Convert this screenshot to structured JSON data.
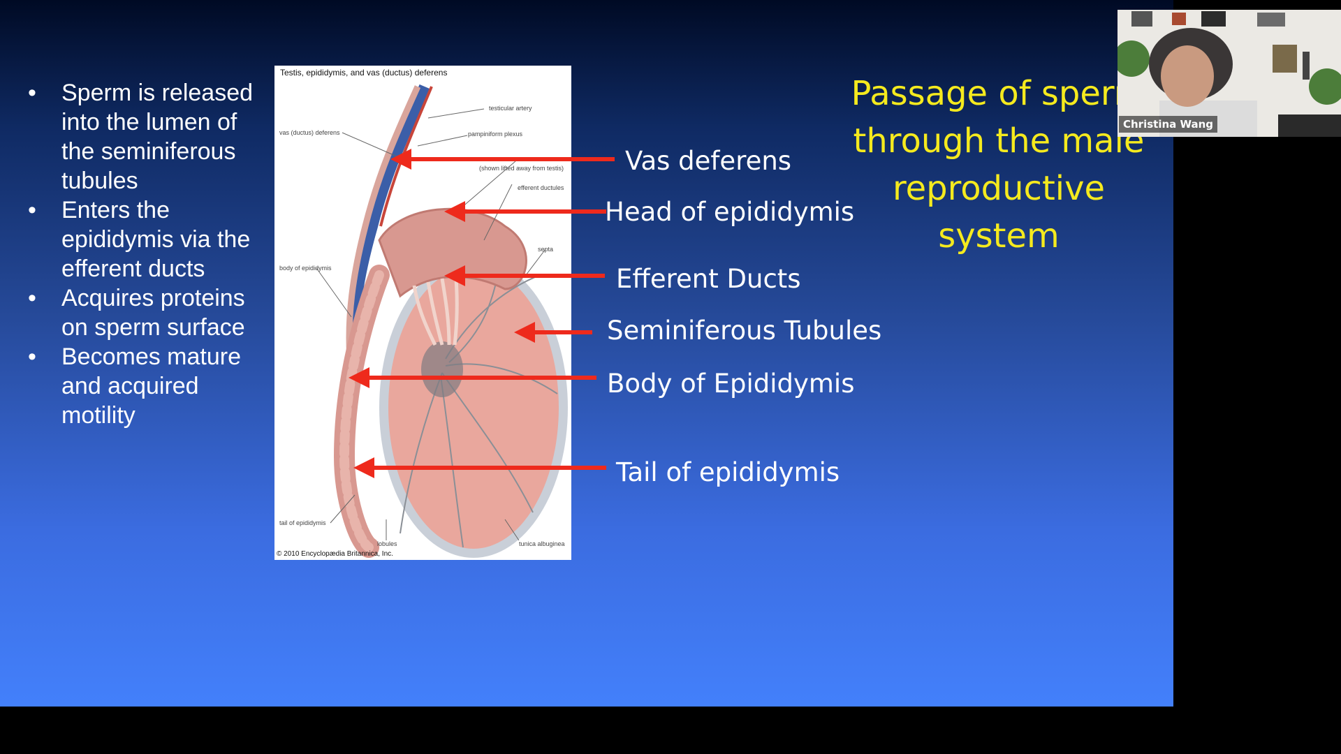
{
  "slide": {
    "title": "Passage of sperm through the male reproductive system",
    "bullets": [
      "Sperm is released into the lumen of the seminiferous tubules",
      "Enters the epididymis via the efferent ducts",
      "Acquires proteins on sperm surface",
      "Becomes mature and acquired motility"
    ],
    "annotations": {
      "vas_deferens": "Vas deferens",
      "head": "Head of epididymis",
      "efferent": "Efferent Ducts",
      "seminiferous": "Seminiferous Tubules",
      "body": "Body of Epididymis",
      "tail": "Tail of epididymis"
    },
    "figure": {
      "title": "Testis, epididymis, and vas (ductus) deferens",
      "credit": "© 2010 Encyclopædia Britannica, Inc.",
      "labels": {
        "testicular_artery": "testicular artery",
        "vas": "vas (ductus) deferens",
        "pampiniform": "pampiniform plexus",
        "lifted": "(shown lifted away from testis)",
        "efferent": "efferent ductules",
        "septa": "septa",
        "body": "body of epididymis",
        "tail": "tail of epididymis",
        "lobules": "lobules",
        "tunica": "tunica albuginea"
      }
    }
  },
  "participant": {
    "name": "Christina Wang"
  },
  "colors": {
    "title": "#f5ea1e",
    "arrow": "#ee2a1c",
    "text": "#ffffff"
  }
}
